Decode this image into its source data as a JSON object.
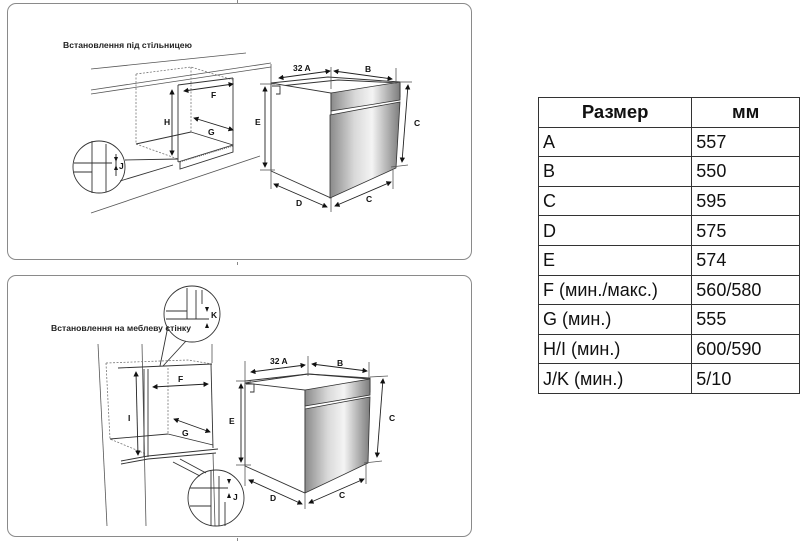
{
  "panels": {
    "top": {
      "title": "Встановлення під стільницею",
      "labels": {
        "A": "32 A",
        "B": "B",
        "C_front": "C",
        "C_side": "C",
        "D": "D",
        "E": "E",
        "F": "F",
        "G": "G",
        "H": "H",
        "J": "J"
      }
    },
    "bottom": {
      "title": "Встановлення на меблеву стінку",
      "labels": {
        "A": "32 A",
        "B": "B",
        "C_front": "C",
        "C_side": "C",
        "D": "D",
        "E": "E",
        "F": "F",
        "G": "G",
        "I": "I",
        "J": "J",
        "K": "K"
      }
    }
  },
  "table": {
    "headers": [
      "Размер",
      "мм"
    ],
    "rows": [
      [
        "A",
        "557"
      ],
      [
        "B",
        "550"
      ],
      [
        "C",
        "595"
      ],
      [
        "D",
        "575"
      ],
      [
        "E",
        "574"
      ],
      [
        "F (мин./макс.)",
        "560/580"
      ],
      [
        "G (мин.)",
        "555"
      ],
      [
        "H/I (мин.)",
        "600/590"
      ],
      [
        "J/K (мин.)",
        "5/10"
      ]
    ]
  },
  "colors": {
    "panel_border": "#8a8a8a",
    "line": "#333333",
    "steel_dark": "#7a7a7a",
    "steel_light": "#f2f2f2"
  }
}
